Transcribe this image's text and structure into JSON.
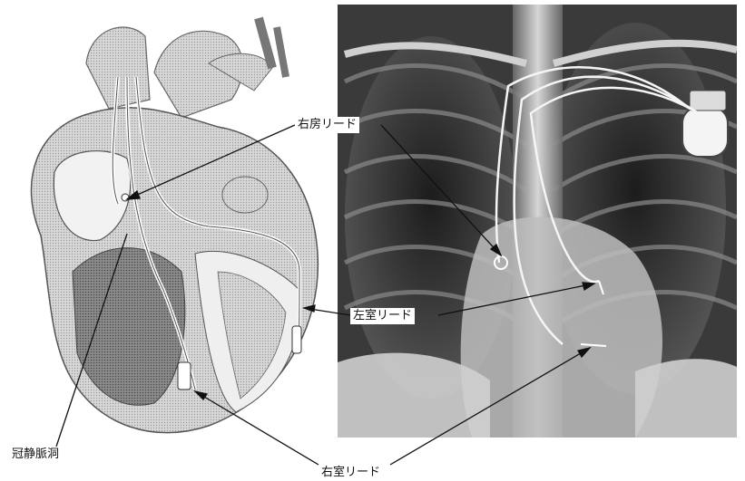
{
  "labels": {
    "right_atrial_lead": "右房リード",
    "left_ventricular_lead": "左室リード",
    "right_ventricular_lead": "右室リード",
    "coronary_sinus": "冠静脈洞"
  },
  "illustrations": {
    "left_panel": "heart-cross-section-illustration",
    "right_panel": "chest-xray-illustration"
  }
}
